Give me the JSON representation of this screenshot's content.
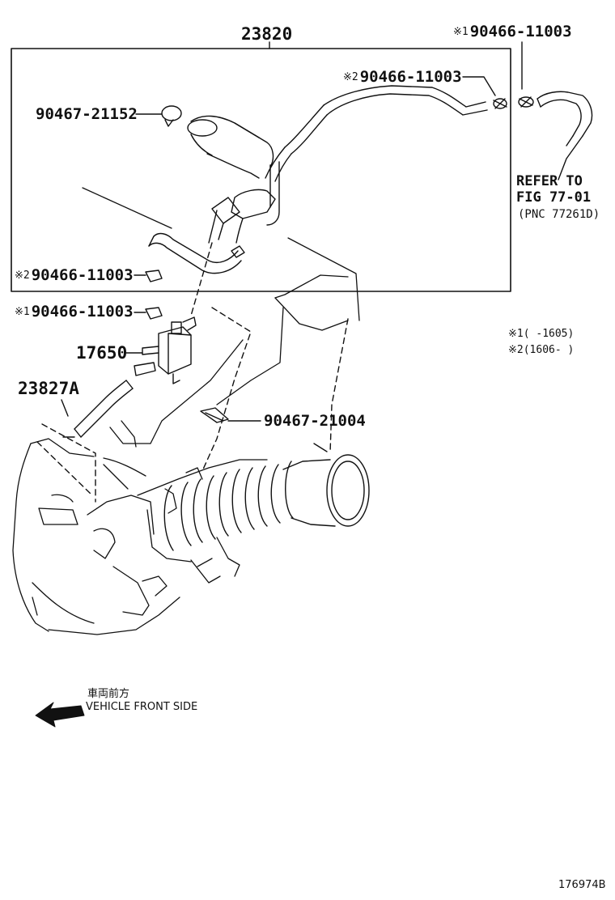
{
  "parts": {
    "p23820": "23820",
    "p90466_top_right": {
      "mark": "※1",
      "number": "90466-11003"
    },
    "p90466_inner_top": {
      "mark": "※2",
      "number": "90466-11003"
    },
    "p90467_21152": "90467-21152",
    "p90466_inner_bottom": {
      "mark": "※2",
      "number": "90466-11003"
    },
    "p90466_outer": {
      "mark": "※1",
      "number": "90466-11003"
    },
    "p17650": "17650",
    "p23827A": "23827A",
    "p90467_21004": "90467-21004"
  },
  "refer": {
    "line1": "REFER TO",
    "line2": "FIG 77-01",
    "line3": "(PNC 77261D)"
  },
  "notes": [
    "※1(     -1605)",
    "※2(1606-     )"
  ],
  "direction": {
    "label_jp": "車両前方",
    "label_en": "VEHICLE FRONT SIDE",
    "icon": "arrow-left-icon"
  },
  "figure_id": "176974B",
  "colors": {
    "line": "#111111",
    "background": "#ffffff"
  }
}
